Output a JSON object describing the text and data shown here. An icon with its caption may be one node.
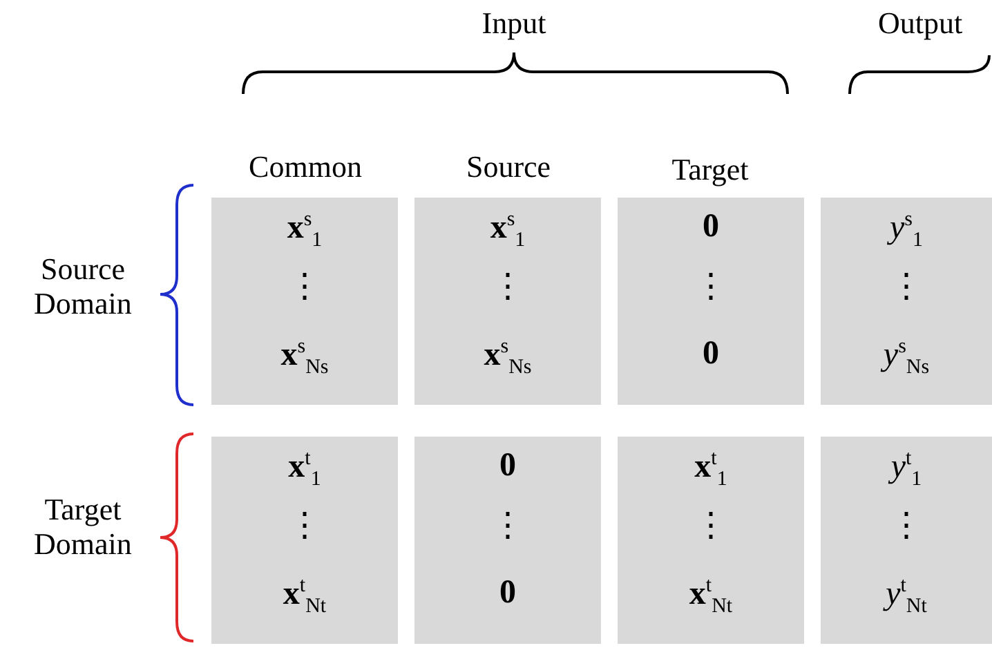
{
  "diagram": {
    "nodes": [
      {
        "text": [
          "**x**$^{s}$$_{1}$",
          "⋮",
          "**x**$^{s}$$_{N}$$_{s}$"
        ]
      },
      {
        "text": [
          "**x**$^{s}$$_{1}$",
          "⋮",
          "**x**$^{s}$$_{N}$$_{s}$"
        ]
      },
      {
        "text": [
          "**0**",
          "⋮",
          "**0**"
        ]
      },
      {
        "text": [
          "*y*$^{s}$$_{1}$",
          "⋮",
          "*y*$^{s}$$_{N}$$_{s}$"
        ]
      },
      {
        "text": [
          "**x**$^{t}$$_{1}$",
          "⋮",
          "**x**$^{t}$$_{N}$$_{t}$"
        ]
      },
      {
        "text": [
          "**0**",
          "⋮",
          "**0**"
        ]
      },
      {
        "text": [
          "**x**$^{t}$$_{1}$",
          "⋮",
          "**x**$^{t}$$_{N}$$_{t}$"
        ]
      },
      {
        "text": [
          "*y*$^{t}$$_{1}$",
          "⋮",
          "*y*$^{t}$$_{N}$$_{t}$"
        ]
      }
    ],
    "labels": [
      "Input",
      "Output",
      "Common",
      "Source",
      "Target",
      "Source Domain",
      "Target Domain"
    ]
  }
}
